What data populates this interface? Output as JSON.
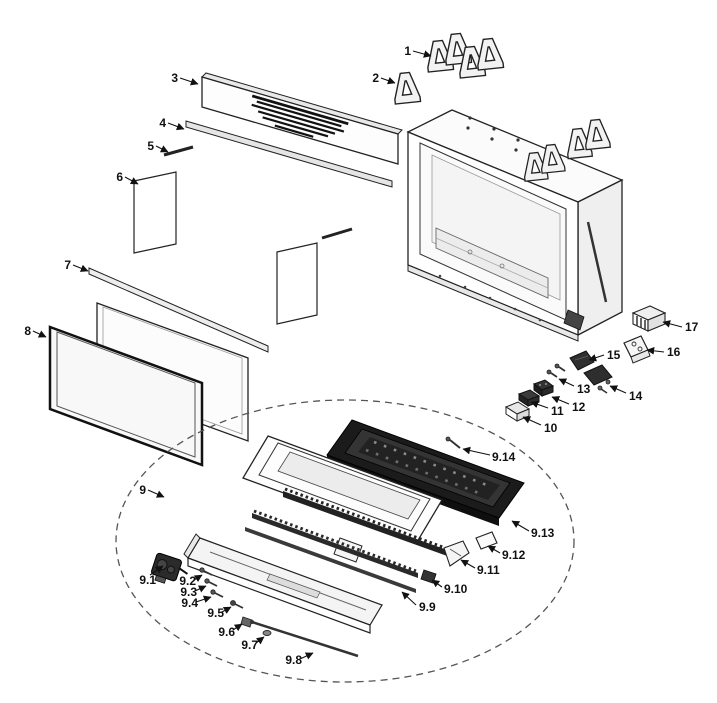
{
  "diagram": {
    "type": "exploded-parts-diagram",
    "description": "Exploded view parts diagram of a linear electric fireplace with numbered callouts",
    "colors": {
      "background": "#ffffff",
      "line": "#222222",
      "dark_part": "#1b1b1b",
      "label": "#111111"
    },
    "labels": [
      "1",
      "2",
      "3",
      "4",
      "5",
      "6",
      "7",
      "8",
      "9",
      "10",
      "11",
      "12",
      "13",
      "14",
      "15",
      "16",
      "17",
      "9.1",
      "9.2",
      "9.3",
      "9.4",
      "9.5",
      "9.6",
      "9.7",
      "9.8",
      "9.9",
      "9.10",
      "9.11",
      "9.12",
      "9.13",
      "9.14"
    ]
  }
}
